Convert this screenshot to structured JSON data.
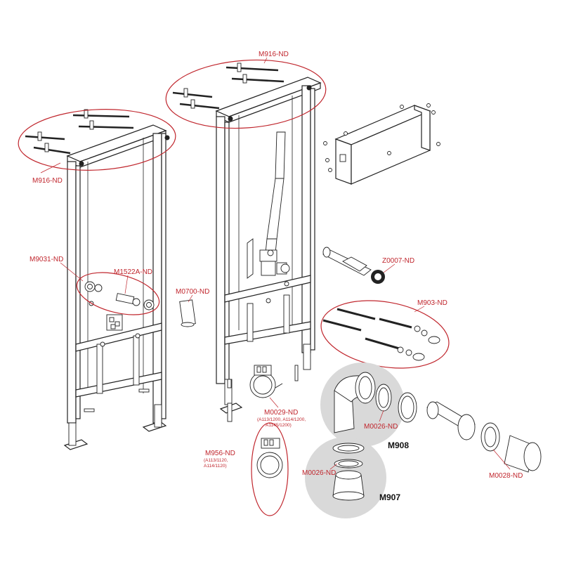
{
  "colors": {
    "label": "#c0262d",
    "outline": "#222222",
    "highlight": "#d9d9d9"
  },
  "labels": {
    "m916_left": "M916-ND",
    "m916_right": "M916-ND",
    "m9031": "M9031-ND",
    "m1522a": "M1522A-ND",
    "m0700": "M0700-ND",
    "z0007": "Z0007-ND",
    "m903": "M903-ND",
    "m0029": "M0029-ND",
    "m0029_sub1": "(A113/1200, A114/1200,",
    "m0029_sub2": "A1145/1200)",
    "m956": "M956-ND",
    "m956_sub1": "(A113/1120,",
    "m956_sub2": "A114/1120)",
    "m0026_top": "M0026-ND",
    "m0026_bottom": "M0026-ND",
    "m908": "M908",
    "m907": "M907",
    "m0028": "M0028-ND"
  }
}
